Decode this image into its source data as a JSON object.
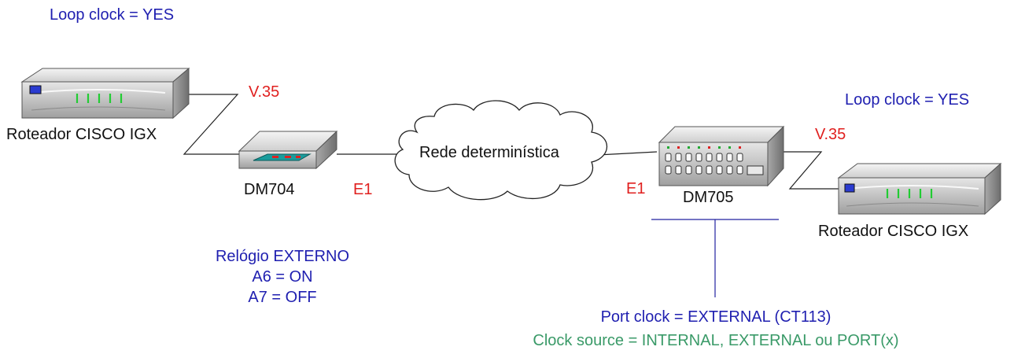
{
  "labels": {
    "loop_clock_left": "Loop clock = YES",
    "loop_clock_right": "Loop clock = YES",
    "v35_left": "V.35",
    "v35_right": "V.35",
    "router_left": "Roteador CISCO IGX",
    "router_right": "Roteador CISCO IGX",
    "dm704": "DM704",
    "dm705": "DM705",
    "e1_left": "E1",
    "e1_right": "E1",
    "network": "Rede determinística",
    "clock_config": [
      "Relógio EXTERNO",
      "A6 = ON",
      "A7 = OFF"
    ],
    "port_clock": "Port clock = EXTERNAL (CT113)",
    "clock_source": "Clock source = INTERNAL, EXTERNAL ou PORT(x)"
  },
  "colors": {
    "blue_text": "#1f1fb0",
    "red_text": "#e0201f",
    "green_text": "#3a9a68",
    "device_gray": "#c9c9c9",
    "led_green": "#22cc33"
  },
  "icons": {
    "router": "router-icon",
    "modem": "modem-icon",
    "cloud": "cloud-icon",
    "multiplexer": "multiplexer-icon"
  }
}
